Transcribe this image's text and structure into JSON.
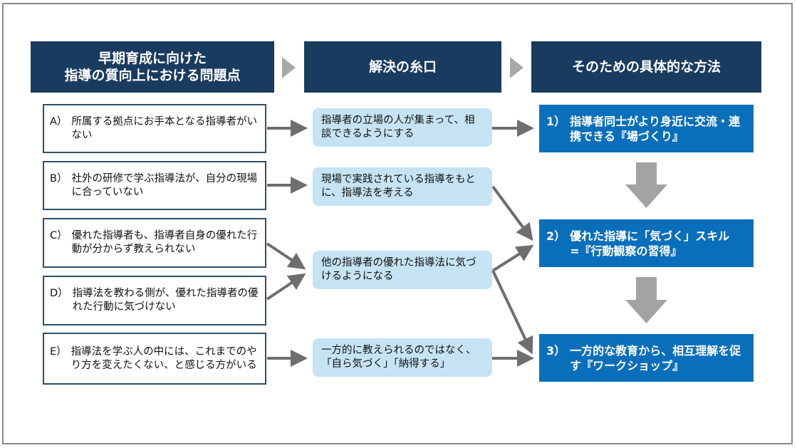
{
  "headers": [
    {
      "line1": "早期育成に向けた",
      "line2": "指導の質向上における問題点"
    },
    {
      "line1": "解決の糸口"
    },
    {
      "line1": "そのための具体的な方法"
    }
  ],
  "problems": [
    {
      "label": "A）",
      "text": "所属する拠点にお手本となる指導者がいない"
    },
    {
      "label": "B）",
      "text": "社外の研修で学ぶ指導法が、自分の現場に合っていない"
    },
    {
      "label": "C）",
      "text": "優れた指導者も、指導者自身の優れた行動が分からず教えられない"
    },
    {
      "label": "D）",
      "text": "指導法を教わる側が、優れた指導者の優れた行動に気づけない"
    },
    {
      "label": "E）",
      "text": "指導法を学ぶ人の中には、これまでのやり方を変えたくない、と感じる方がいる"
    }
  ],
  "clues": [
    {
      "text": "指導者の立場の人が集まって、相談できるようにする"
    },
    {
      "text": "現場で実践されている指導をもとに、指導法を考える"
    },
    {
      "text": "他の指導者の優れた指導法に気づけるようになる"
    },
    {
      "text": "一方的に教えられるのではなく、「自ら気づく」「納得する」"
    }
  ],
  "methods": [
    {
      "label": "1）",
      "text": "指導者同士がより身近に交流・連携できる『場づくり』"
    },
    {
      "label": "2）",
      "text": "優れた指導に「気づく」スキル　=『行動観察の習得』"
    },
    {
      "label": "3）",
      "text": "一方的な教育から、相互理解を促す『ワークショップ』"
    }
  ],
  "colors": {
    "header_bg": "#1a3b60",
    "problem_border": "#2e5068",
    "clue_bg": "#c5e3f3",
    "method_bg": "#0a6fba",
    "arrow": "#6e6e6e",
    "down_arrow": "#a3a3a3"
  }
}
